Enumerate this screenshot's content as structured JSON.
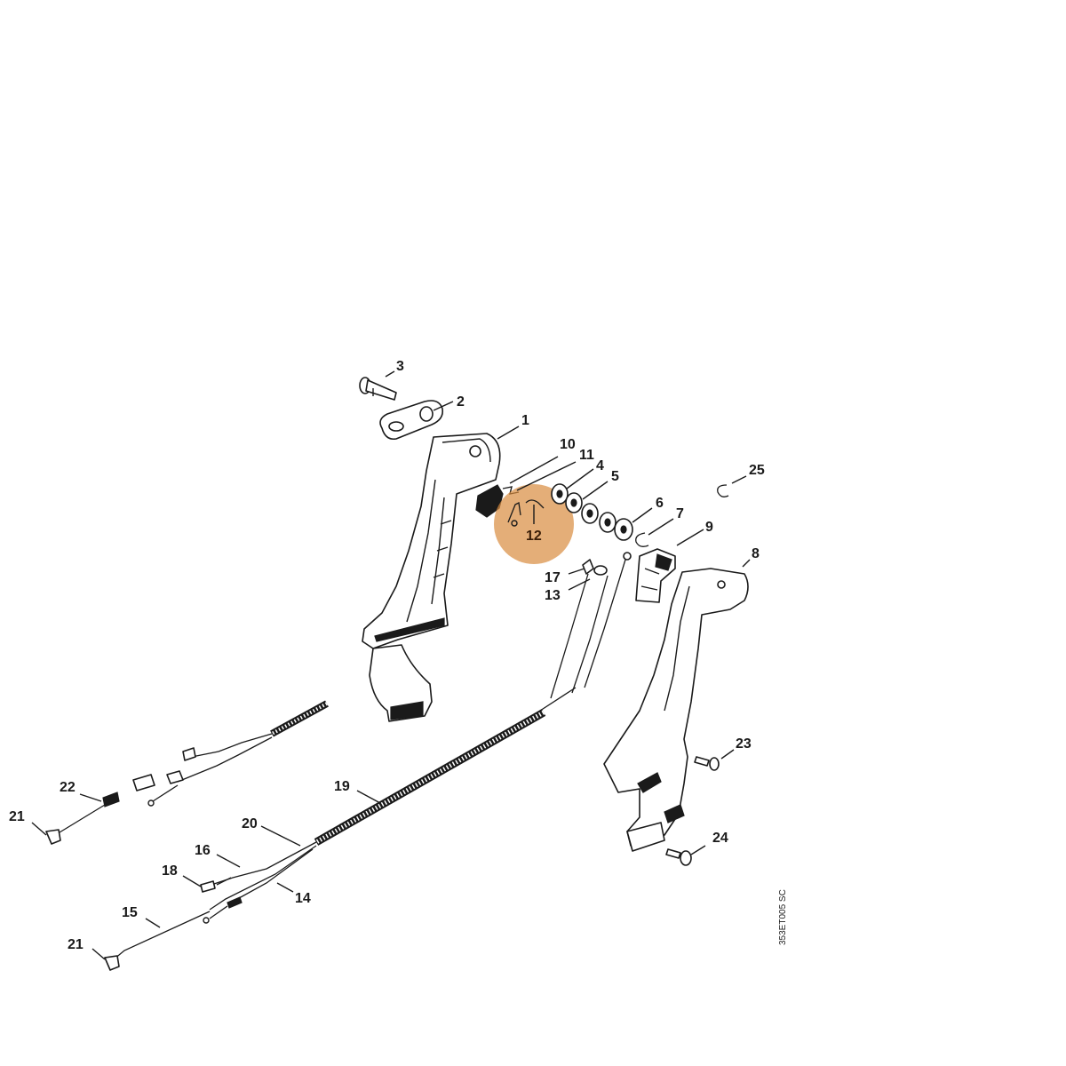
{
  "diagram": {
    "reference_code": "353ET005 SC",
    "highlight_color": "#d98c3f",
    "callouts": {
      "c1": "1",
      "c2": "2",
      "c3": "3",
      "c4": "4",
      "c5": "5",
      "c6": "6",
      "c7": "7",
      "c8": "8",
      "c9": "9",
      "c10": "10",
      "c11": "11",
      "c12": "12",
      "c13": "13",
      "c14": "14",
      "c15": "15",
      "c16": "16",
      "c17": "17",
      "c18": "18",
      "c19": "19",
      "c20": "20",
      "c21a": "21",
      "c21b": "21",
      "c22": "22",
      "c23": "23",
      "c24": "24",
      "c25": "25"
    }
  }
}
